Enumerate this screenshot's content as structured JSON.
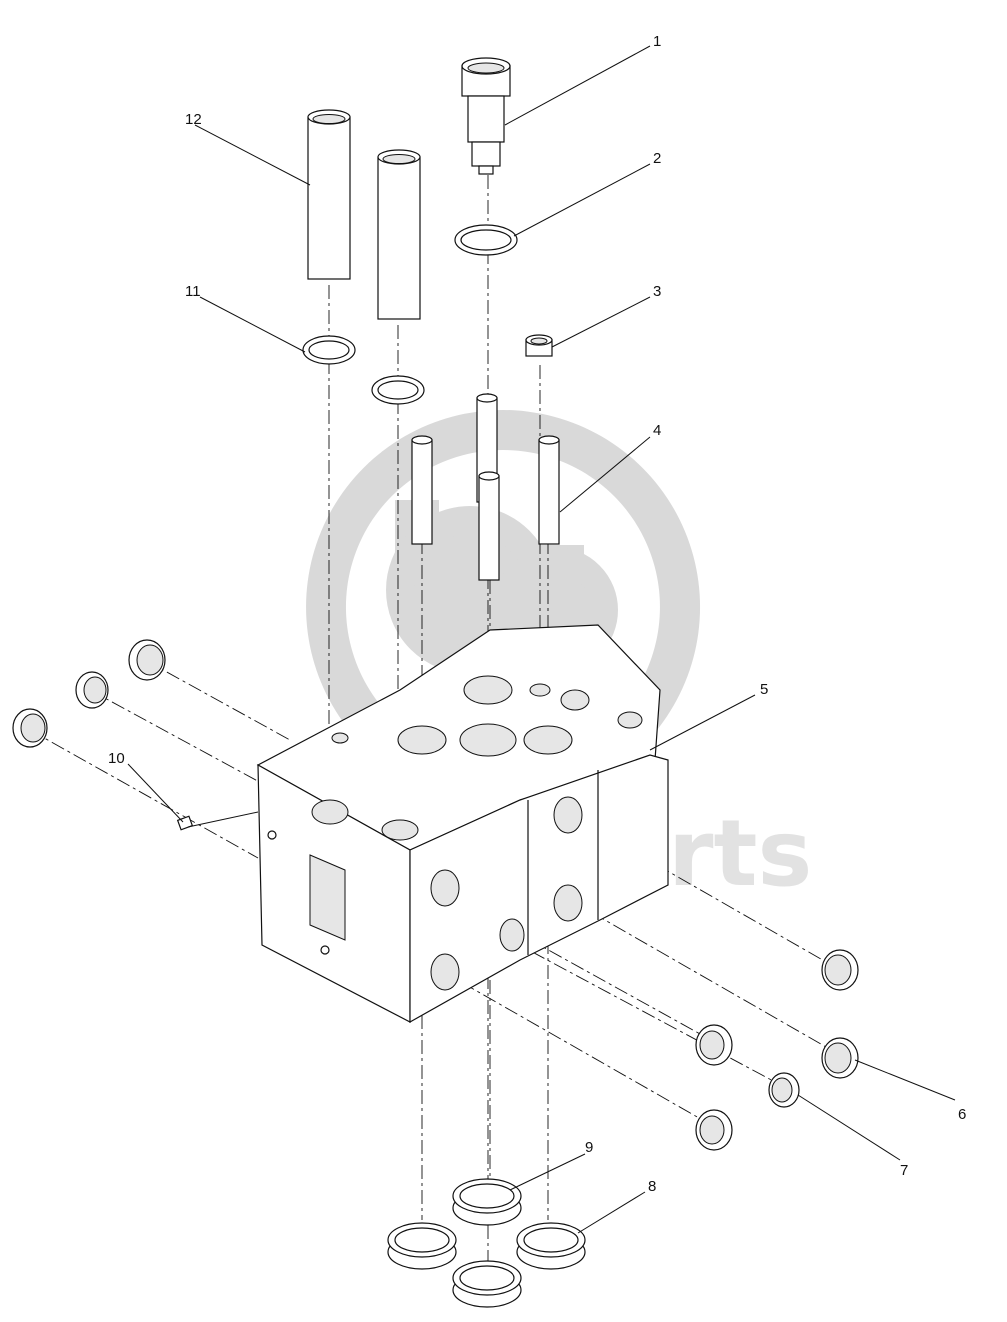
{
  "callouts": [
    {
      "label": "1"
    },
    {
      "label": "2"
    },
    {
      "label": "3"
    },
    {
      "label": "4"
    },
    {
      "label": "5"
    },
    {
      "label": "6"
    },
    {
      "label": "7"
    },
    {
      "label": "8"
    },
    {
      "label": "9"
    },
    {
      "label": "10"
    },
    {
      "label": "11"
    },
    {
      "label": "12"
    }
  ],
  "watermark": {
    "text": "data-parts"
  },
  "colors": {
    "line": "#111111",
    "watermark": "#d9d9d9",
    "background": "#ffffff"
  }
}
